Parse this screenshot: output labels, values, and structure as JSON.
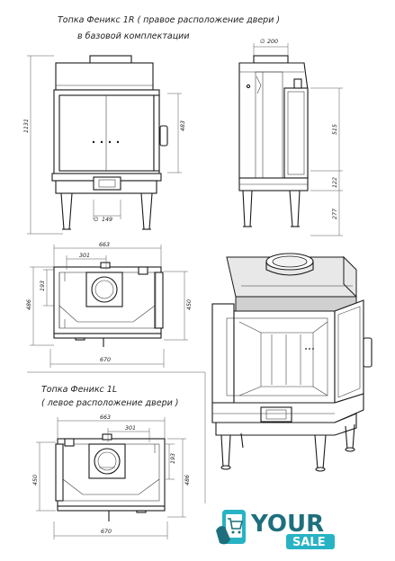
{
  "titles": {
    "right_line1": "Топка Феникс 1R ( правое расположение двери )",
    "right_line2": "в базовой комплектации",
    "left_line1": "Топка Феникс 1L",
    "left_line2": "( левое расположение двери )"
  },
  "dims": {
    "front_height": "1131",
    "front_inner": "483",
    "front_pipe": "149",
    "side_pipe": "200",
    "side_515": "515",
    "side_122": "122",
    "side_277": "277",
    "top_r_663": "663",
    "top_r_301": "301",
    "top_r_193": "193",
    "top_r_486": "486",
    "top_r_450": "450",
    "top_r_670": "670",
    "top_l_663": "663",
    "top_l_301": "301",
    "top_l_193": "193",
    "top_l_486": "486",
    "top_l_450": "450",
    "top_l_670": "670"
  },
  "brand": {
    "word1": "YOUR",
    "word2": "SALE",
    "color_main": "#1e6f7d",
    "color_accent": "#27b3c4"
  }
}
